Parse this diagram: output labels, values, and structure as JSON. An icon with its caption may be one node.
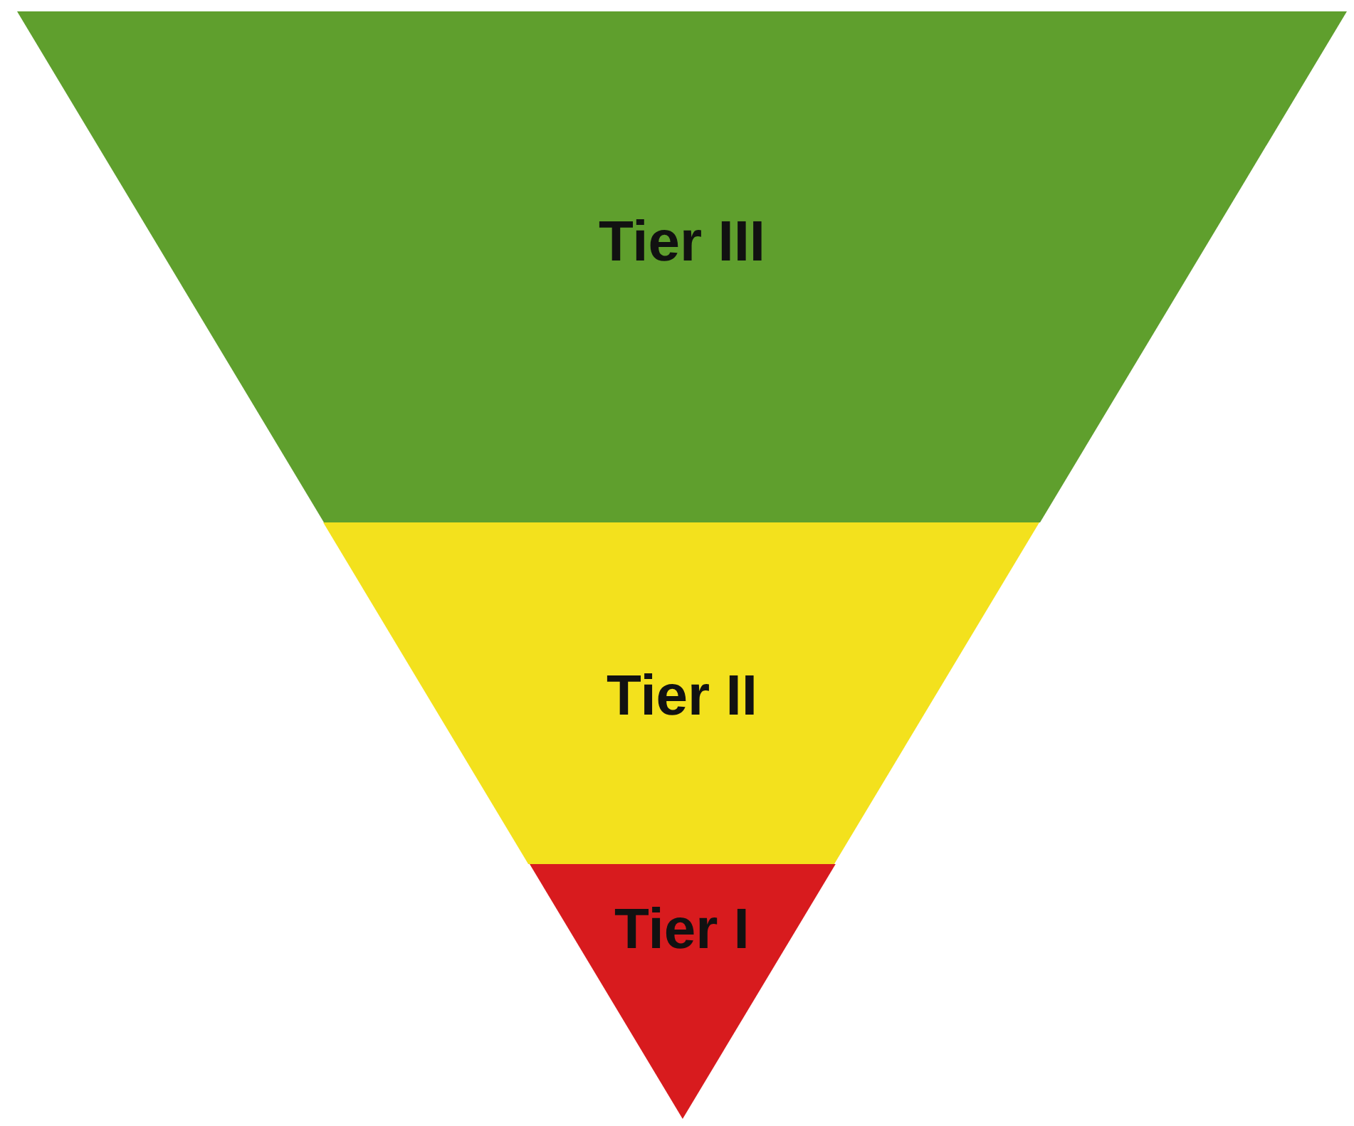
{
  "diagram": {
    "nodes": [
      {
        "text": [
          "Tier III"
        ]
      },
      {
        "text": [
          "Tier II"
        ]
      },
      {
        "text": [
          "Tier I"
        ]
      }
    ]
  }
}
